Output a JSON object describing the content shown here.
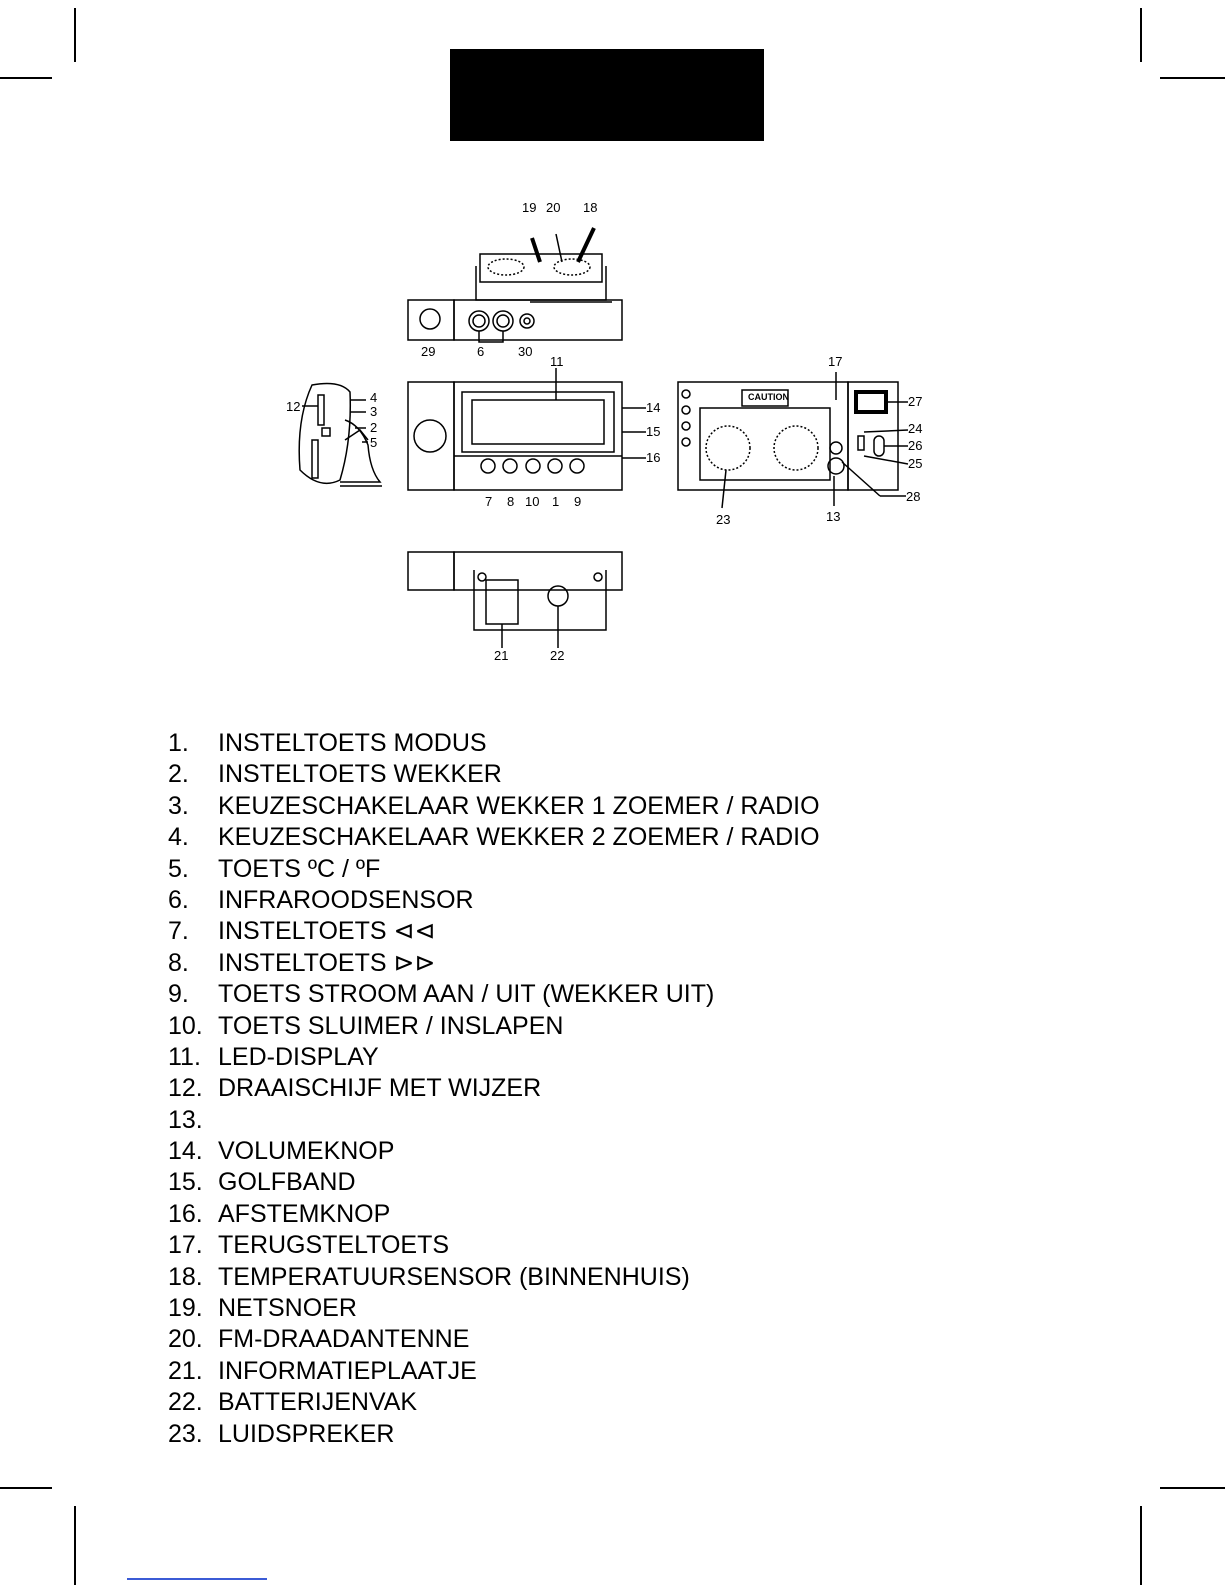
{
  "legend": [
    {
      "num": "1.",
      "label": "INSTELTOETS MODUS"
    },
    {
      "num": "2.",
      "label": "INSTELTOETS WEKKER"
    },
    {
      "num": "3.",
      "label": "KEUZESCHAKELAAR WEKKER 1 ZOEMER / RADIO"
    },
    {
      "num": "4.",
      "label": "KEUZESCHAKELAAR WEKKER 2 ZOEMER / RADIO"
    },
    {
      "num": "5.",
      "label": "TOETS ºC / ºF"
    },
    {
      "num": "6.",
      "label": "INFRAROODSENSOR"
    },
    {
      "num": "7.",
      "label": "INSTELTOETS ⊲⊲"
    },
    {
      "num": "8.",
      "label": "INSTELTOETS ⊳⊳"
    },
    {
      "num": "9.",
      "label": "TOETS STROOM AAN / UIT (WEKKER UIT)"
    },
    {
      "num": "10.",
      "label": "TOETS SLUIMER / INSLAPEN"
    },
    {
      "num": "11.",
      "label": "LED-DISPLAY"
    },
    {
      "num": "12.",
      "label": "DRAAISCHIJF MET WIJZER"
    },
    {
      "num": "13.",
      "label": ""
    },
    {
      "num": "14.",
      "label": "VOLUMEKNOP"
    },
    {
      "num": "15.",
      "label": "GOLFBAND"
    },
    {
      "num": "16.",
      "label": "AFSTEMKNOP"
    },
    {
      "num": "17.",
      "label": "TERUGSTELTOETS"
    },
    {
      "num": "18.",
      "label": "TEMPERATUURSENSOR (BINNENHUIS)"
    },
    {
      "num": "19.",
      "label": "NETSNOER"
    },
    {
      "num": "20.",
      "label": "FM-DRAADANTENNE"
    },
    {
      "num": "21.",
      "label": "INFORMATIEPLAATJE"
    },
    {
      "num": "22.",
      "label": "BATTERIJENVAK"
    },
    {
      "num": "23.",
      "label": "LUIDSPREKER"
    }
  ],
  "callouts": {
    "c1": "1",
    "c2": "2",
    "c3": "3",
    "c4": "4",
    "c5": "5",
    "c6": "6",
    "c7": "7",
    "c8": "8",
    "c9": "9",
    "c10": "10",
    "c11": "11",
    "c12": "12",
    "c13": "13",
    "c14": "14",
    "c15": "15",
    "c16": "16",
    "c17": "17",
    "c18": "18",
    "c19": "19",
    "c20": "20",
    "c21": "21",
    "c22": "22",
    "c23": "23",
    "c24": "24",
    "c25": "25",
    "c26": "26",
    "c27": "27",
    "c28": "28",
    "c29": "29",
    "c30": "30"
  },
  "caution_text": "CAUTION"
}
